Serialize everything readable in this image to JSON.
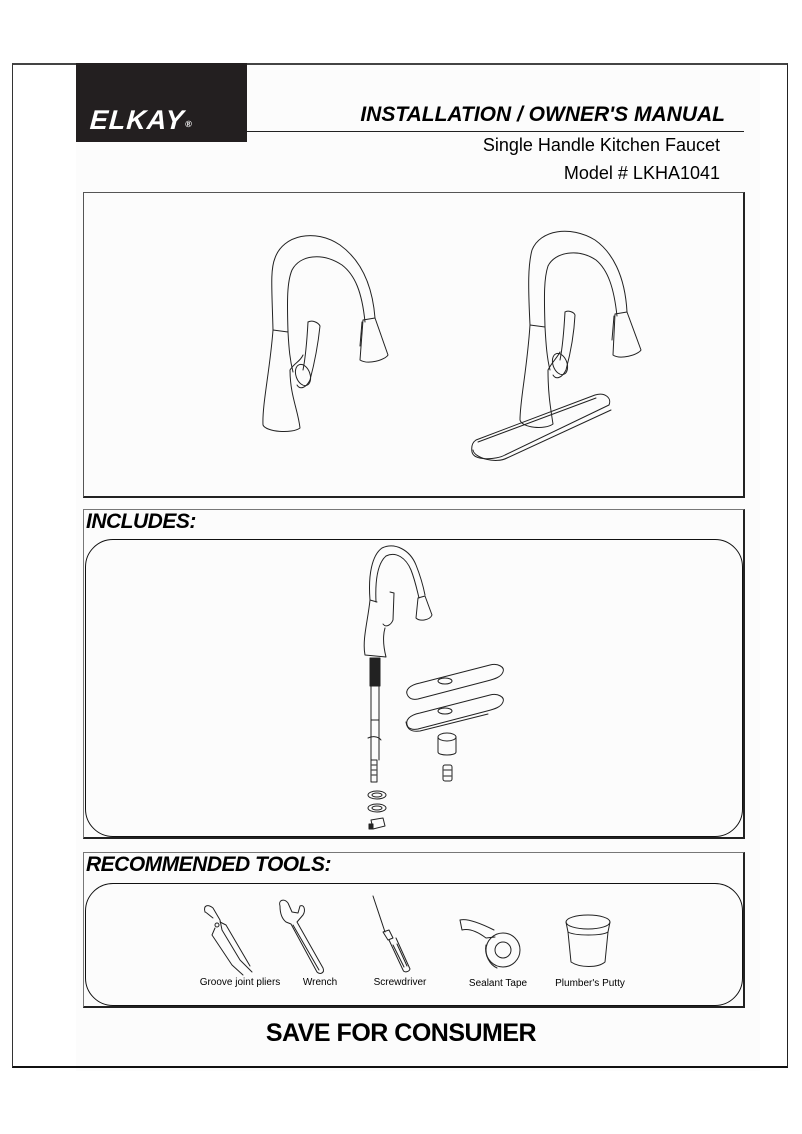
{
  "header": {
    "brand": "ELKAY",
    "brand_mark": "®",
    "title": "INSTALLATION / OWNER'S MANUAL",
    "subtitle": "Single Handle Kitchen Faucet",
    "model": "Model # LKHA1041"
  },
  "product_views": [
    {
      "name": "faucet-without-deckplate"
    },
    {
      "name": "faucet-with-deckplate"
    }
  ],
  "includes": {
    "title": "INCLUDES:",
    "parts": [
      "faucet assembly",
      "pull-down hose",
      "deck plate (top)",
      "deck plate (bottom)",
      "mounting nut",
      "hose weight",
      "washers",
      "quick connector"
    ]
  },
  "tools": {
    "title": "RECOMMENDED TOOLS:",
    "items": [
      {
        "label": "Groove joint pliers",
        "icon": "pliers-icon"
      },
      {
        "label": "Wrench",
        "icon": "wrench-icon"
      },
      {
        "label": "Screwdriver",
        "icon": "screwdriver-icon"
      },
      {
        "label": "Sealant Tape",
        "icon": "tape-icon"
      },
      {
        "label": "Plumber's Putty",
        "icon": "putty-icon"
      }
    ]
  },
  "footer": {
    "note": "SAVE FOR CONSUMER"
  },
  "colors": {
    "logo_bg": "#231f20",
    "logo_text": "#ffffff",
    "line": "#222222"
  }
}
